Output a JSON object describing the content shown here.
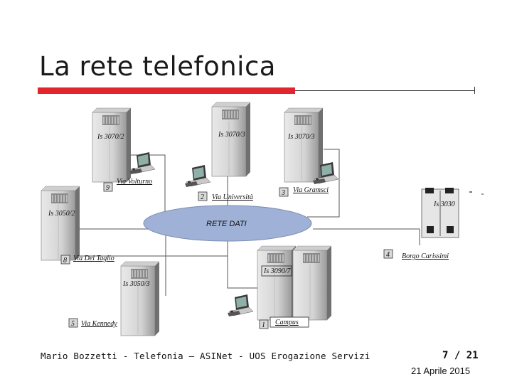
{
  "slide": {
    "title": "La rete telefonica",
    "footer": "Mario Bozzetti - Telefonia – ASINet - UOS Erogazione Servizi",
    "page": "7 / 21",
    "date": "21 Aprile 2015"
  },
  "network": {
    "center_label": "RETE DATI"
  },
  "nodes": {
    "n1": {
      "switch": "Is 3070/2",
      "num": "9",
      "site": "Via Volturno"
    },
    "n2": {
      "switch": "Is 3070/3",
      "num": "2",
      "site": "Via Università"
    },
    "n3": {
      "switch": "Is 3070/3",
      "num": "3",
      "site": "Via Gramsci"
    },
    "n4": {
      "switch": "Is 3030",
      "num": "4",
      "site": "Borgo Carissimi"
    },
    "n5": {
      "switch": "Is 3050/2",
      "num": "8",
      "site": "Via Del Taglio"
    },
    "n6": {
      "switch": "Is 3050/3",
      "num": "5",
      "site": "Via Kennedy"
    },
    "n7": {
      "switch": "Is 3090/7",
      "num": "1",
      "site": "Campus"
    }
  },
  "colors": {
    "accent": "#e3262d",
    "cloud": "#9fb1d6"
  }
}
